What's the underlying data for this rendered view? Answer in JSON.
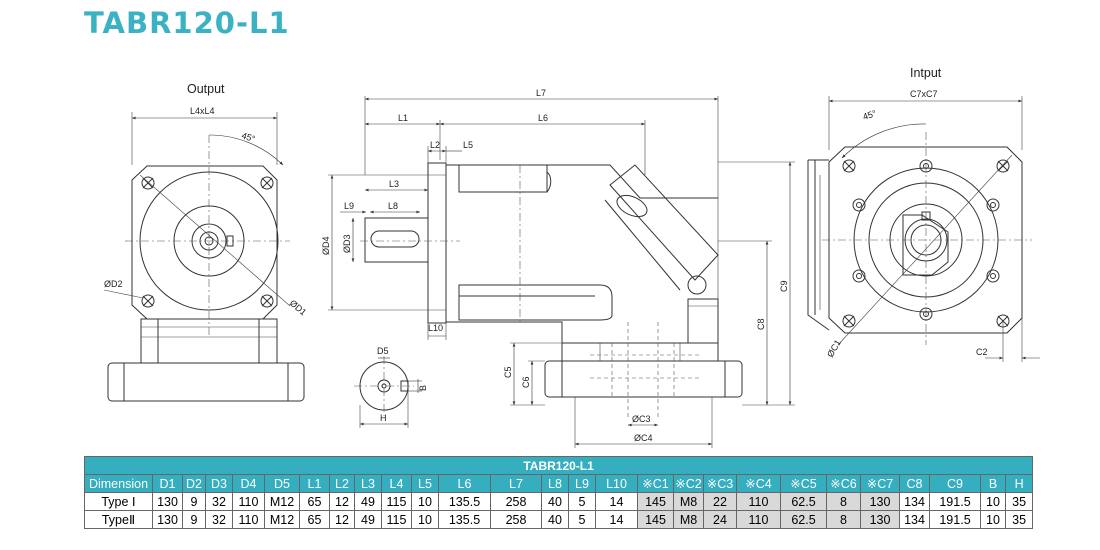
{
  "title": "TABR120-L1",
  "views": {
    "output_label": "Output",
    "input_label": "Intput"
  },
  "dims": {
    "L4xL4": "L4xL4",
    "angle_out": "45°",
    "angle_in": "45°",
    "D2": "ØD2",
    "D1": "ØD1",
    "L7": "L7",
    "L1": "L1",
    "L6": "L6",
    "L2": "L2",
    "L5": "L5",
    "L3": "L3",
    "L9": "L9",
    "L8": "L8",
    "D4": "ØD4",
    "D3": "ØD3",
    "L10": "L10",
    "C5": "C5",
    "C6": "C6",
    "C8": "C8",
    "C9": "C9",
    "C3": "ØC3",
    "C4": "ØC4",
    "D5": "D5",
    "B": "B",
    "H": "H",
    "C7xC7": "C7xC7",
    "C1": "ØC1",
    "C2": "C2"
  },
  "table": {
    "caption": "TABR120-L1",
    "headers": [
      "Dimension",
      "D1",
      "D2",
      "D3",
      "D4",
      "D5",
      "L1",
      "L2",
      "L3",
      "L4",
      "L5",
      "L6",
      "L7",
      "L8",
      "L9",
      "L10",
      "※C1",
      "※C2",
      "※C3",
      "※C4",
      "※C5",
      "※C6",
      "※C7",
      "C8",
      "C9",
      "B",
      "H"
    ],
    "rows": [
      {
        "label": "Type Ⅰ",
        "values": [
          "130",
          "9",
          "32",
          "110",
          "M12",
          "65",
          "12",
          "49",
          "115",
          "10",
          "135.5",
          "258",
          "40",
          "5",
          "14",
          "145",
          "M8",
          "22",
          "110",
          "62.5",
          "8",
          "130",
          "134",
          "191.5",
          "10",
          "35"
        ]
      },
      {
        "label": "TypeⅡ",
        "values": [
          "130",
          "9",
          "32",
          "110",
          "M12",
          "65",
          "12",
          "49",
          "115",
          "10",
          "135.5",
          "258",
          "40",
          "5",
          "14",
          "145",
          "M8",
          "24",
          "110",
          "62.5",
          "8",
          "130",
          "134",
          "191.5",
          "10",
          "35"
        ]
      }
    ]
  },
  "colors": {
    "accent": "#35aec0",
    "title": "#3bb2c4",
    "grey_cell": "#d9d9d9"
  }
}
